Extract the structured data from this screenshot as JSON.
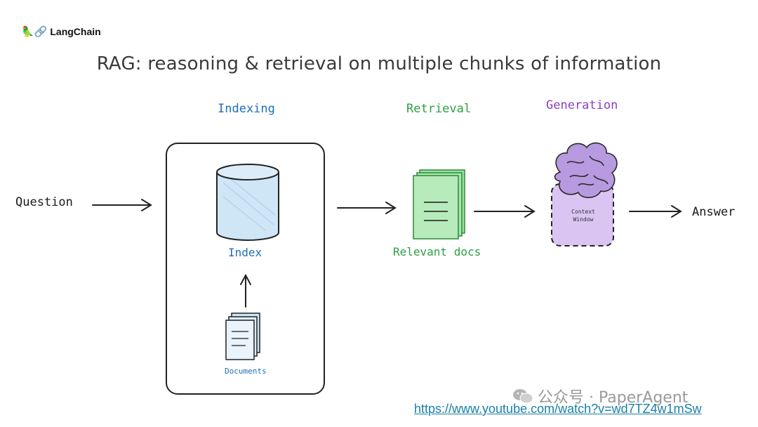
{
  "logo": {
    "text": "LangChain",
    "icon": "parrot-link-icon"
  },
  "title": "RAG: reasoning & retrieval on multiple chunks of information",
  "sections": {
    "indexing": "Indexing",
    "retrieval": "Retrieval",
    "generation": "Generation"
  },
  "nodes": {
    "question": "Question",
    "index": "Index",
    "documents": "Documents",
    "relevant_docs": "Relevant docs",
    "context_window_line1": "Context",
    "context_window_line2": "Window",
    "answer": "Answer"
  },
  "colors": {
    "indexing": "#1f6fb8",
    "retrieval": "#2ea043",
    "generation": "#8a3fc7",
    "index_fill": "#cfe6f7",
    "docs_fill": "#9de0a3",
    "context_fill": "#d9c4f2"
  },
  "watermark": {
    "brand": "公众号 · PaperAgent",
    "brand_icon": "wechat-icon",
    "url": "https://www.youtube.com/watch?v=wd7TZ4w1mSw"
  }
}
